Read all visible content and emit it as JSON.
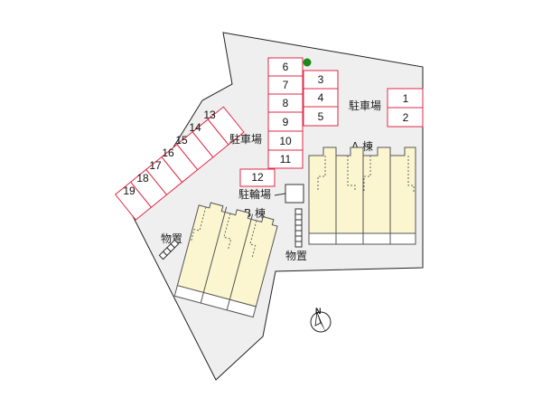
{
  "map": {
    "parking_right_label": "駐車場",
    "parking_center_label": "駐車場",
    "bike_parking_label": "駐輪場",
    "building_a_label": "A 棟",
    "building_b_label": "B 棟",
    "storage_left_label": "物置",
    "storage_right_label": "物置",
    "compass_letter": "N"
  },
  "lots": {
    "l1": "1",
    "l2": "2",
    "l3": "3",
    "l4": "4",
    "l5": "5",
    "l6": "6",
    "l7": "7",
    "l8": "8",
    "l9": "9",
    "l10": "10",
    "l11": "11",
    "l12": "12",
    "l13": "13",
    "l14": "14",
    "l15": "15",
    "l16": "16",
    "l17": "17",
    "l18": "18",
    "l19": "19"
  },
  "colors": {
    "site": "#efefef",
    "lot_border": "#e02a4a",
    "building_fill": "#fbf6cf",
    "marker": "#1a8a1a"
  }
}
